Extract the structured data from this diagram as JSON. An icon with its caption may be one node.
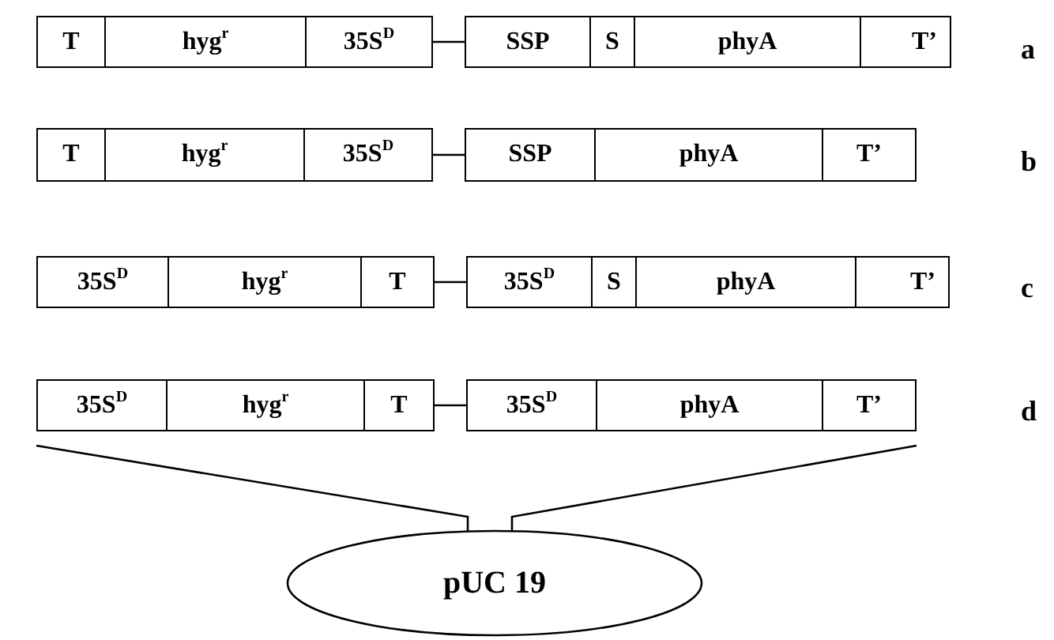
{
  "diagram": {
    "nodes": [
      {
        "text": [
          "T"
        ]
      },
      {
        "text": [
          "hyg$^{r}$"
        ]
      },
      {
        "text": [
          "35S$^{D}$"
        ]
      },
      {
        "text": [
          "SSP"
        ]
      },
      {
        "text": [
          "S"
        ]
      },
      {
        "text": [
          "phyA"
        ]
      },
      {
        "text": [
          "T’"
        ]
      },
      {
        "text": [
          "T"
        ]
      },
      {
        "text": [
          "hyg$^{r}$"
        ]
      },
      {
        "text": [
          "35S$^{D}$"
        ]
      },
      {
        "text": [
          "SSP"
        ]
      },
      {
        "text": [
          "phyA"
        ]
      },
      {
        "text": [
          "T’"
        ]
      },
      {
        "text": [
          "35S$^{D}$"
        ]
      },
      {
        "text": [
          "hyg$^{r}$"
        ]
      },
      {
        "text": [
          "T"
        ]
      },
      {
        "text": [
          "35S$^{D}$"
        ]
      },
      {
        "text": [
          "S"
        ]
      },
      {
        "text": [
          "phyA"
        ]
      },
      {
        "text": [
          "T’"
        ]
      },
      {
        "text": [
          "35S$^{D}$"
        ]
      },
      {
        "text": [
          "hyg$^{r}$"
        ]
      },
      {
        "text": [
          "T"
        ]
      },
      {
        "text": [
          "35S$^{D}$"
        ]
      },
      {
        "text": [
          "phyA"
        ]
      },
      {
        "text": [
          "T’"
        ]
      },
      {
        "text": [
          "pUC 19"
        ]
      }
    ],
    "edges": [
      {
        "from": 2,
        "to": 3,
        "arrow": "none"
      },
      {
        "from": 9,
        "to": 10,
        "arrow": "none"
      },
      {
        "from": 15,
        "to": 16,
        "arrow": "none"
      },
      {
        "from": 22,
        "to": 23,
        "arrow": "none"
      },
      {
        "from": 20,
        "to": 26,
        "arrow": "none"
      },
      {
        "from": 25,
        "to": 26,
        "arrow": "none"
      }
    ],
    "labels": [
      "a",
      "b",
      "c",
      "d"
    ]
  }
}
